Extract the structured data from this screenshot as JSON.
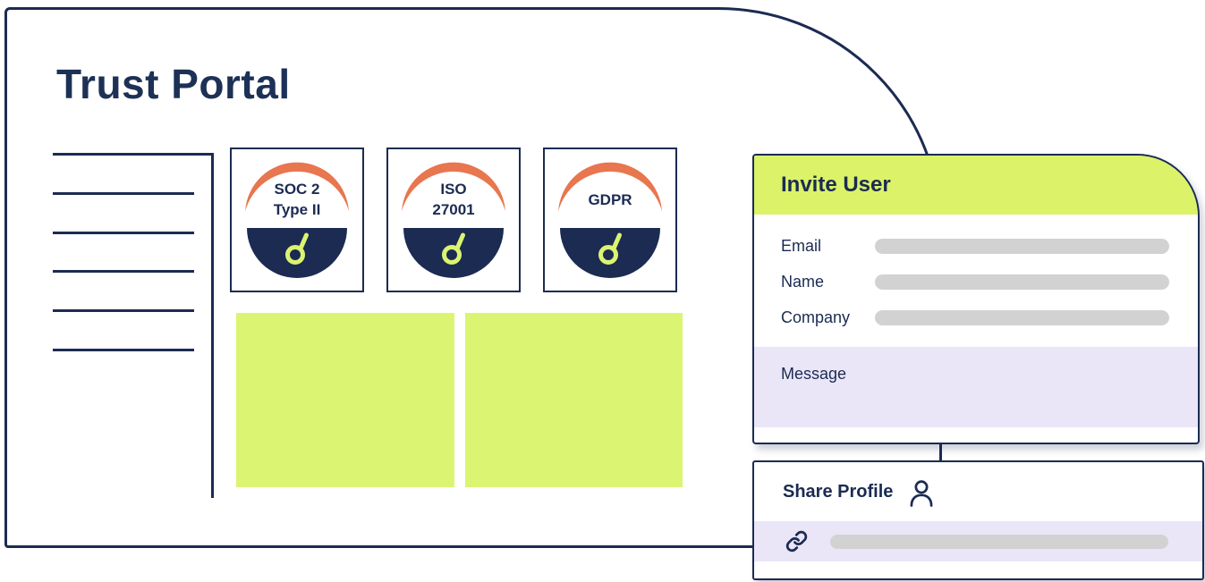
{
  "page": {
    "title": "Trust Portal"
  },
  "colors": {
    "navy": "#1b2b52",
    "title_navy": "#1d3156",
    "lime": "#dbf371",
    "orange": "#e8764e",
    "lavender": "#eae6f8",
    "placeholder_grey": "#d2d2d2"
  },
  "badges": [
    {
      "id": "soc2-type2",
      "lines": [
        "SOC 2",
        "Type II"
      ],
      "logo_mark": "6"
    },
    {
      "id": "iso-27001",
      "lines": [
        "ISO",
        "27001"
      ],
      "logo_mark": "6"
    },
    {
      "id": "gdpr",
      "lines": [
        "GDPR"
      ],
      "logo_mark": "6"
    }
  ],
  "invite_panel": {
    "title": "Invite User",
    "fields": [
      {
        "label": "Email",
        "value": ""
      },
      {
        "label": "Name",
        "value": ""
      },
      {
        "label": "Company",
        "value": ""
      }
    ],
    "message_label": "Message",
    "message_value": ""
  },
  "share_panel": {
    "title": "Share Profile",
    "link_value": ""
  },
  "icons": {
    "badge_logo": "brand-6-mark-icon",
    "share_user": "user-icon",
    "share_link": "link-icon"
  }
}
